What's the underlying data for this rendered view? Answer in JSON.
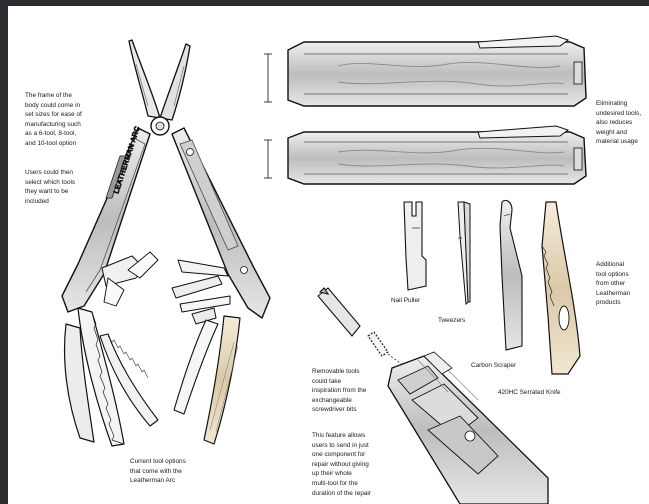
{
  "annotations": {
    "frame_sizes": "The frame of the\nbody could come in\nset sizes for ease of\nmanufacturing such\nas a 6-tool, 8-tool,\nand 10-tool option",
    "user_select": "Users could then\nselect which tools\nthey want to be\nincluded",
    "current_tools": "Current tool options\nthat come with the\nLeatherman Arc",
    "eliminating": "Eliminating\nundesired tools,\nalso reduces\nweight and\nmaterial usage",
    "additional": "Additional\ntool options\nfrom other\nLeatherman\nproducts",
    "removable": "Removable tools\ncould take\ninspiration from the\nexchangeable\nscrewdriver bits",
    "send_in": "This feature allows\nusers to send in just\none component for\nrepair without giving\nup their whole\nmulti-tool for the\nduration of the repair"
  },
  "tool_labels": {
    "nail_puller": "Nail Puller",
    "tweezers": "Tweezers",
    "carbon_scraper": "Carbon Scraper",
    "serrated_knife": "420HC Serrated Knife"
  },
  "engraving": {
    "left_handle": "LEATHERMAN  ARC"
  },
  "colors": {
    "background": "#2b2d31",
    "paper": "#ffffff",
    "ink": "#1a1a1a",
    "steel": "#c9c9c9",
    "orange_tint": "#e8d7b4"
  }
}
